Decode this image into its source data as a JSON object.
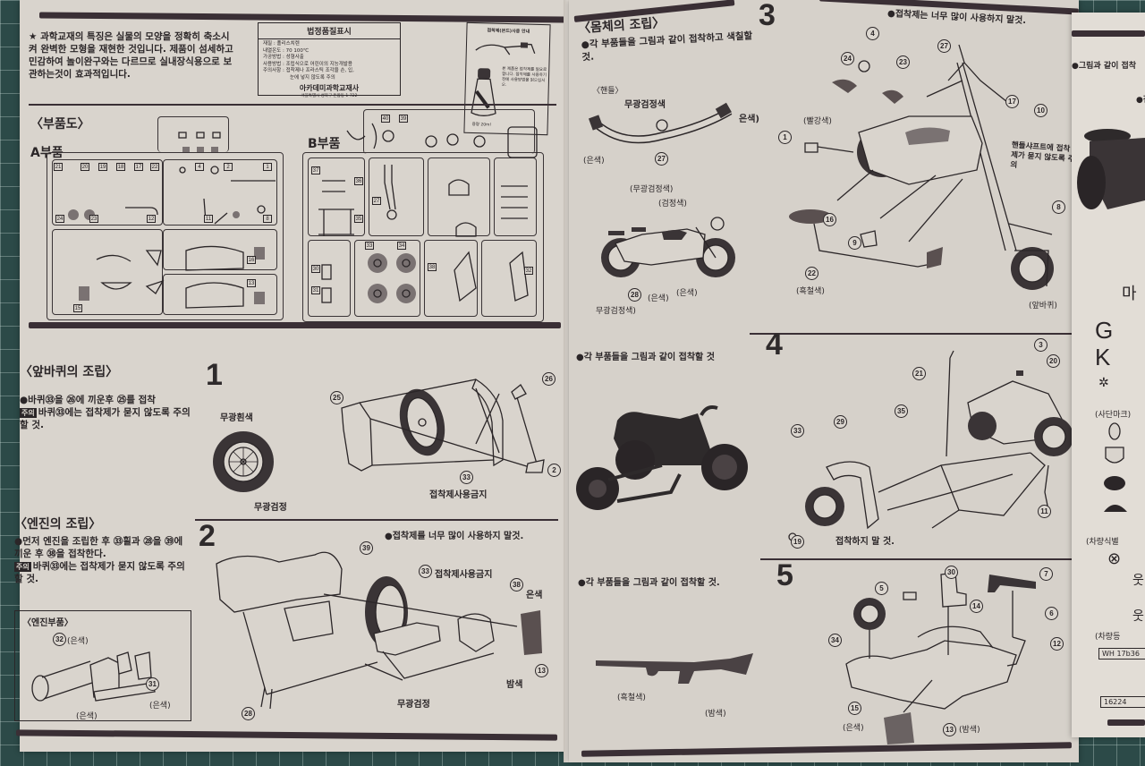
{
  "intro": {
    "star_icon": "star-icon",
    "text": "과학교재의 특징은 실물의 모양을 정확히 축소시켜 완벽한 모형을 재현한 것입니다. 제품이 섬세하고 민감하여 놀이완구와는 다르므로 실내장식용으로 보관하는것이 효과적입니다."
  },
  "quality_label": {
    "title": "법정품질표시",
    "rows": [
      "재질 : 폴리스치렌",
      "내열온도 : 70 100℃",
      "가공방법 : 성형사출",
      "사용방법 : 조립식으로 어린이의 지능개발용",
      "주의사항 : 접착제나 프라스틱 조각을 손, 입,",
      "눈에 넣지 않도록 주의"
    ],
    "company": "아카데미과학교재사",
    "address": "서울특별시 성북구 돈암동 1-722"
  },
  "glue_notice": {
    "title": "접착제(본드)사용 안내",
    "body": "본 제품은 접착제를 필요로 합니다. 접착제를 사용하기 전에 사용방법을 읽으십시오.",
    "footer": "용량 20ml"
  },
  "parts_diagram": {
    "title": "〈부품도〉",
    "sprue_a": "A부품",
    "sprue_b": "B부품",
    "a_tags": [
      "21",
      "20",
      "19",
      "18",
      "17",
      "22",
      "6",
      "5",
      "4",
      "3",
      "2",
      "1",
      "7",
      "24",
      "23",
      "12",
      "11",
      "10",
      "9",
      "8",
      "26",
      "27",
      "25",
      "14",
      "13",
      "16",
      "28",
      "29",
      "15"
    ],
    "b_tags": [
      "40",
      "39",
      "41",
      "42",
      "43",
      "37",
      "36",
      "35",
      "27",
      "41",
      "40",
      "42",
      "43",
      "44",
      "45",
      "30",
      "31",
      "33",
      "34",
      "33",
      "34",
      "38",
      "32"
    ]
  },
  "front_wheel": {
    "title": "〈앞바퀴의 조립〉",
    "instruction": "●바퀴㉝을 ㉖에 끼운후 ㉕를 접착",
    "caution_tag": "주의",
    "caution": "바퀴㉝에는 접착제가 묻지 않도록 주의할 것."
  },
  "engine": {
    "title": "〈엔진의 조립〉",
    "instruction": "●먼저 엔진을 조립한 후 ㉝휠과 ㉘을 ㊴에 끼운 후 ㊳을 접착한다.",
    "caution_tag": "주의",
    "caution": "바퀴㉝에는 접착제가 묻지 않도록 주의할 것."
  },
  "engine_parts": {
    "title": "〈엔진부품〉",
    "labels": [
      {
        "num": "32",
        "text": "(은색)"
      },
      {
        "num": "31",
        "text": "(은색)"
      },
      {
        "num": "",
        "text": "(은색)"
      }
    ]
  },
  "step1": {
    "number": "1",
    "wheel_top": "무광흰색",
    "wheel_bottom": "무광검정",
    "parts": [
      "25",
      "26",
      "33",
      "2"
    ],
    "no_glue": "접착제사용금지"
  },
  "step2": {
    "number": "2",
    "note": "●접착제를 너무 많이 사용하지 말것.",
    "parts": [
      "39",
      "33",
      "38",
      "13",
      "28"
    ],
    "no_glue": "접착제사용금지",
    "silver": "은색",
    "chestnut": "밤색",
    "matte_black": "무광검정"
  },
  "step3": {
    "number": "3",
    "title": "〈몸체의 조립〉",
    "instruction": "●각 부품들을 그림과 같이 접착하고 색칠할 것.",
    "note": "●접착제는 너무 많이 사용하지 말것.",
    "handle_title": "〈핸들〉",
    "handle_labels": [
      "무광검정색",
      "은색)",
      "(은색)"
    ],
    "handle_part": "27",
    "bike_labels": [
      "(무광검정색)",
      "(검정색)",
      "28",
      "(은색)",
      "(은색)",
      "무광검정색)"
    ],
    "assembly_parts": [
      "4",
      "24",
      "23",
      "27",
      "17",
      "10",
      "1",
      "16",
      "9",
      "22",
      "8"
    ],
    "red_label": "(빨강색)",
    "iron_label": "(흑철색)",
    "front_wheel_label": "(앞바퀴)",
    "shaft_note": "핸들샤프트에 접착제가 묻지 않도록 주의"
  },
  "step4": {
    "number": "4",
    "instruction": "●각 부품들을 그림과 같이 접착할 것",
    "parts": [
      "21",
      "3",
      "20",
      "35",
      "29",
      "33",
      "19",
      "11"
    ],
    "no_glue": "접착하지 말 것."
  },
  "step5": {
    "number": "5",
    "instruction": "●각 부품들을 그림과 같이 접착할 것.",
    "gun_labels": [
      "(흑철색)",
      "(밤색)"
    ],
    "parts": [
      "30",
      "7",
      "5",
      "6",
      "14",
      "34",
      "12",
      "15",
      "13"
    ],
    "silver": "(은색)",
    "chestnut": "(밤색)"
  },
  "third_page": {
    "instruction": "●그림과 같이 접착",
    "note": "●접",
    "heading": "마",
    "letters": [
      "G",
      "K"
    ],
    "division_mark": "(사단마크)",
    "vehicle_id": "(차량식별",
    "vehicle_reg": "(차량등",
    "plates": [
      "WH 17b36",
      "16224"
    ]
  }
}
